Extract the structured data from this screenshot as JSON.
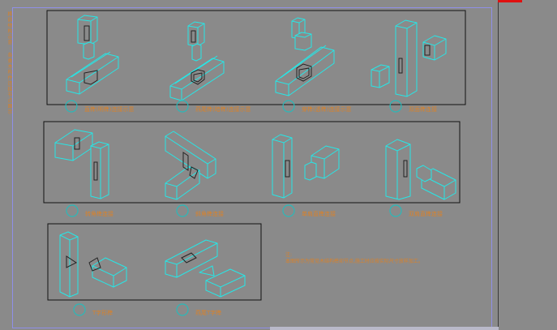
{
  "sheet": {
    "side_note": "榫卯结构示意 · 各类木构件连接节点图示",
    "captions": [
      "直榫(明榫)连接示意",
      "燕尾榫(暗榫)连接示意",
      "穿榫(透榫)连接示意",
      "双面榫连接",
      "转角榫连接",
      "斜角榫连接",
      "单肩直榫连接",
      "双肩直榫连接",
      "T字形榫",
      "燕尾T字榫"
    ],
    "note_label": "注:",
    "note_text": "本图所示为常见木结构榫卯节点,施工时应按实际尺寸放样加工。"
  }
}
